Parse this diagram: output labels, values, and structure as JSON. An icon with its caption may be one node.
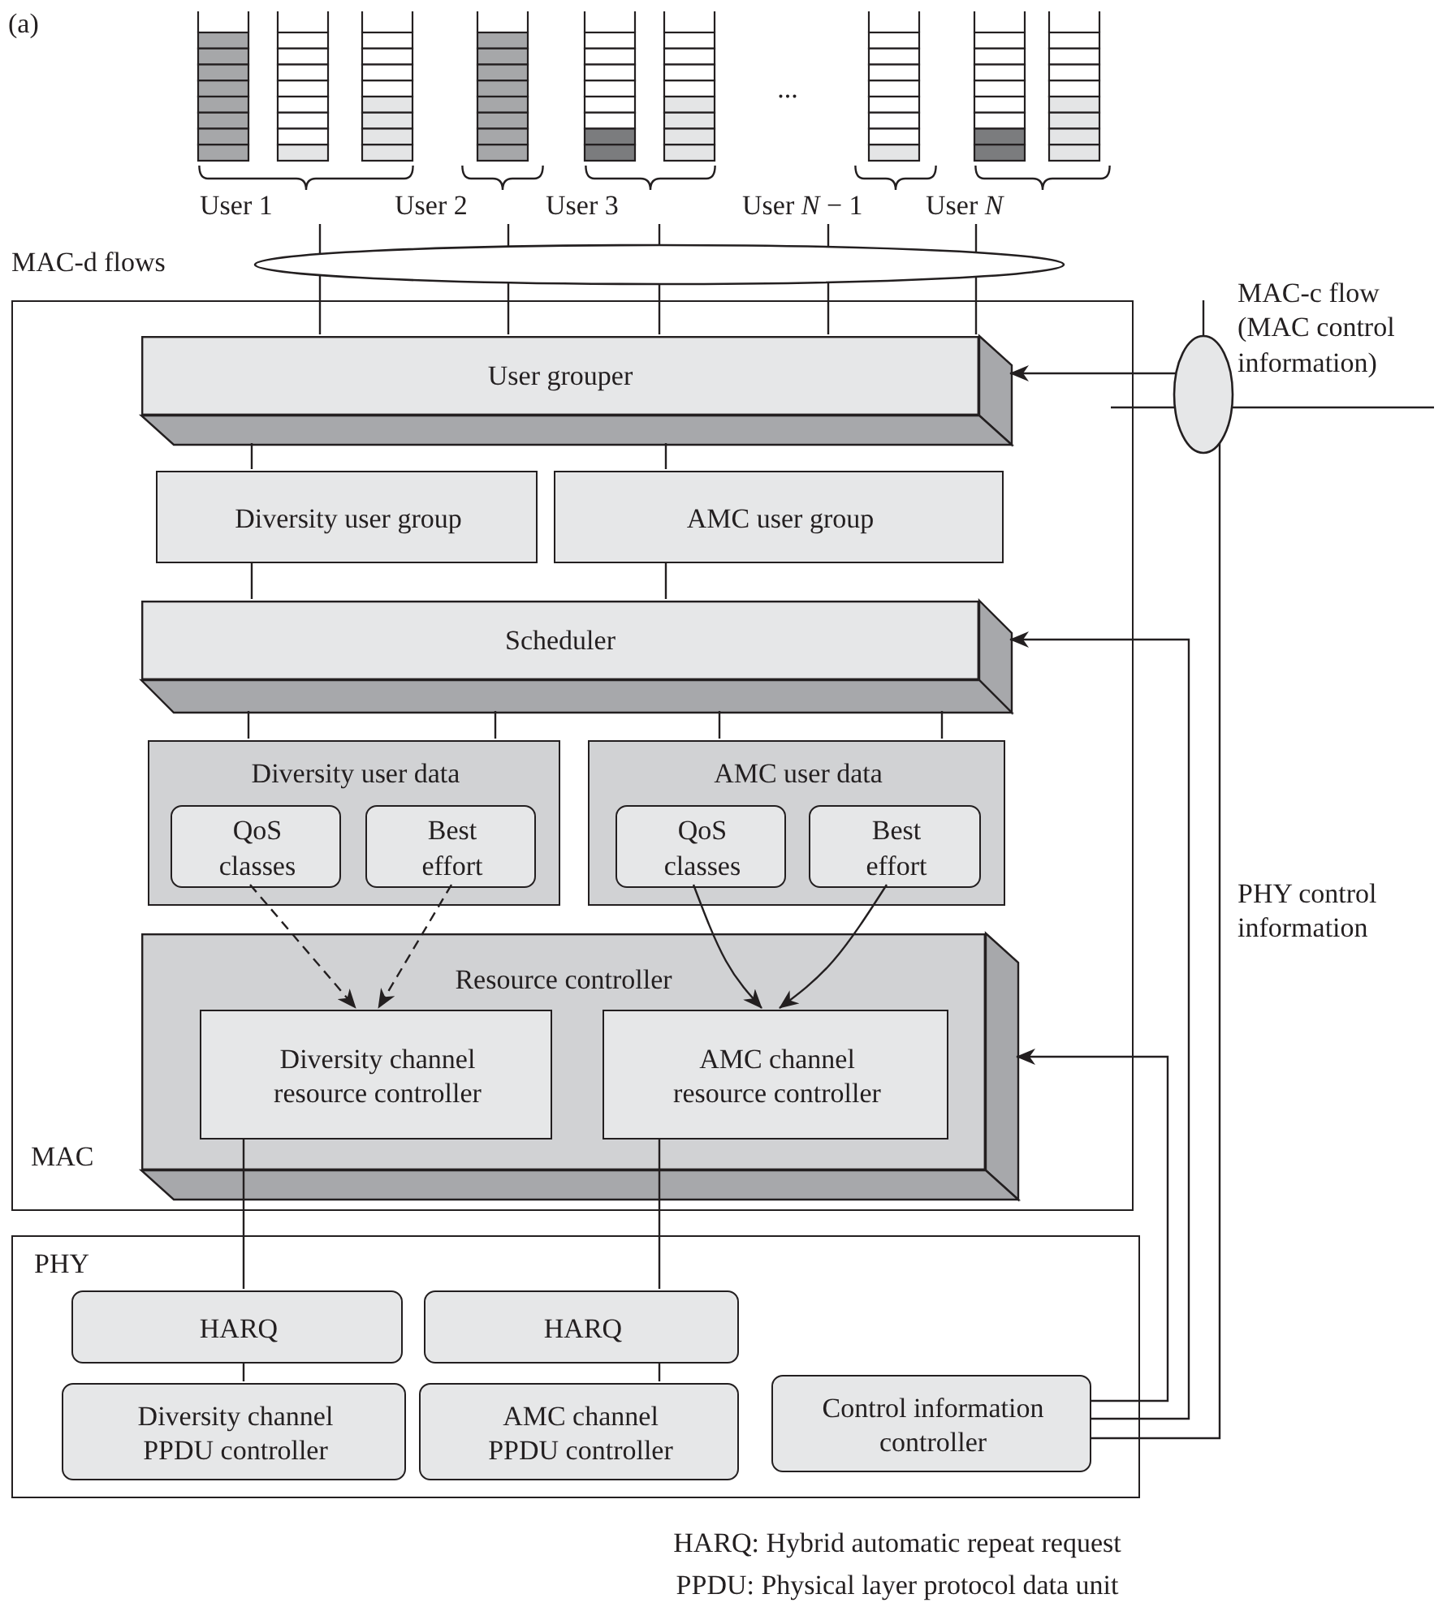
{
  "diagram": {
    "nodes": [
      {
        "text": [
          "MAC"
        ]
      },
      {
        "text": [
          "User grouper"
        ],
        "in": 0
      },
      {
        "text": [
          "Diversity user group"
        ],
        "in": 0
      },
      {
        "text": [
          "AMC user group"
        ],
        "in": 0
      },
      {
        "text": [
          "Scheduler"
        ],
        "in": 0
      },
      {
        "text": [
          "Diversity user data"
        ],
        "in": 0
      },
      {
        "text": [
          "QoS classes"
        ],
        "in": 5
      },
      {
        "text": [
          "Best effort"
        ],
        "in": 5
      },
      {
        "text": [
          "AMC user data"
        ],
        "in": 0
      },
      {
        "text": [
          "QoS classes"
        ],
        "in": 8
      },
      {
        "text": [
          "Best effort"
        ],
        "in": 8
      },
      {
        "text": [
          "Resource controller"
        ],
        "in": 0
      },
      {
        "text": [
          "Diversity channel resource controller"
        ],
        "in": 11
      },
      {
        "text": [
          "AMC channel resource controller"
        ],
        "in": 11
      },
      {
        "text": [
          "PHY"
        ]
      },
      {
        "text": [
          "HARQ"
        ],
        "in": 14
      },
      {
        "text": [
          "HARQ"
        ],
        "in": 14
      },
      {
        "text": [
          "Diversity channel PPDU controller"
        ],
        "in": 14
      },
      {
        "text": [
          "AMC channel PPDU controller"
        ],
        "in": 14
      },
      {
        "text": [
          "Control information controller"
        ],
        "in": 14
      },
      {
        "text": [],
        "shape": "ellipse"
      },
      {
        "text": [],
        "shape": "ellipse",
        "beside": [
          "MAC-c flow (MAC control information)"
        ]
      },
      {
        "text": [
          "User 1"
        ]
      },
      {
        "text": [
          "User 2"
        ]
      },
      {
        "text": [
          "User 3"
        ]
      },
      {
        "text": [
          "User *N* − 1"
        ]
      },
      {
        "text": [
          "User *N*"
        ]
      }
    ],
    "edges": [
      {
        "from": 22,
        "to": 20,
        "arrow": "none"
      },
      {
        "from": 23,
        "to": 20,
        "arrow": "none"
      },
      {
        "from": 24,
        "to": 20,
        "arrow": "none"
      },
      {
        "from": 25,
        "to": 20,
        "arrow": "none"
      },
      {
        "from": 26,
        "to": 20,
        "arrow": "none"
      },
      {
        "from": 20,
        "to": 1,
        "arrow": "none"
      },
      {
        "from": 20,
        "to": 1,
        "arrow": "none"
      },
      {
        "from": 20,
        "to": 1,
        "arrow": "none"
      },
      {
        "from": 20,
        "to": 1,
        "arrow": "none"
      },
      {
        "from": 20,
        "to": 1,
        "arrow": "none"
      },
      {
        "from": 1,
        "to": 2,
        "arrow": "none"
      },
      {
        "from": 1,
        "to": 3,
        "arrow": "none"
      },
      {
        "from": 2,
        "to": 4,
        "arrow": "none"
      },
      {
        "from": 3,
        "to": 4,
        "arrow": "none"
      },
      {
        "from": 4,
        "to": 5,
        "arrow": "none"
      },
      {
        "from": 4,
        "to": 5,
        "arrow": "none"
      },
      {
        "from": 4,
        "to": 8,
        "arrow": "none"
      },
      {
        "from": 4,
        "to": 8,
        "arrow": "none"
      },
      {
        "from": 6,
        "to": 12,
        "arrow": "to",
        "style": "dashed"
      },
      {
        "from": 7,
        "to": 12,
        "arrow": "to",
        "style": "dashed"
      },
      {
        "from": 9,
        "to": 13,
        "arrow": "to"
      },
      {
        "from": 10,
        "to": 13,
        "arrow": "to"
      },
      {
        "from": 12,
        "to": 15,
        "arrow": "none"
      },
      {
        "from": 13,
        "to": 16,
        "arrow": "none"
      },
      {
        "from": 15,
        "to": 17,
        "arrow": "none"
      },
      {
        "from": 16,
        "to": 18,
        "arrow": "none"
      },
      {
        "from": 19,
        "to": 11,
        "arrow": "to"
      },
      {
        "from": 19,
        "to": 4,
        "arrow": "to"
      },
      {
        "from": 19,
        "to": 21,
        "arrow": "none"
      },
      {
        "from": 21,
        "to": 1,
        "arrow": "to"
      },
      {
        "from": null,
        "to": 21,
        "arrow": "none"
      },
      {
        "from": null,
        "to": 21,
        "arrow": "none"
      },
      {
        "from": 21,
        "to": null,
        "arrow": "none"
      }
    ],
    "labels": [
      "(a)",
      "...",
      "MAC-d flows",
      "PHY control information",
      "HARQ: Hybrid automatic repeat request",
      "PPDU: Physical layer protocol data unit"
    ]
  }
}
